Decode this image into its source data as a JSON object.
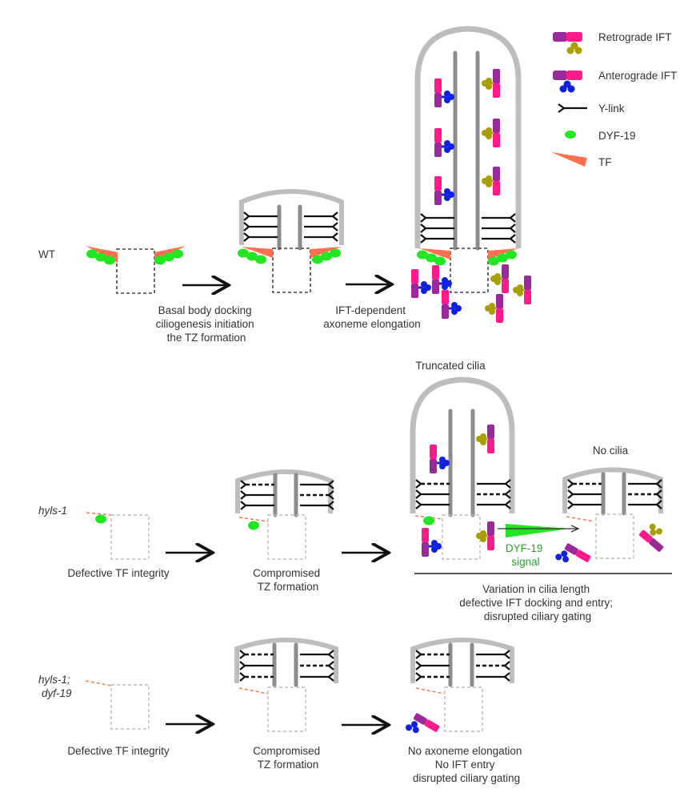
{
  "colors": {
    "membrane": "#bdbdbd",
    "microtubule": "#8c8c8c",
    "ylink": "#111111",
    "dyf19": "#22e622",
    "tf": "#ff7050",
    "tf_defective": "#f08050",
    "retro_head": "#a8a000",
    "antero_head": "#1020e0",
    "ift_purple": "#9a2a9a",
    "ift_pink": "#ff1a8c",
    "basal_body_wt": "#444444",
    "basal_body_mut": "#bbbbbb",
    "arrow": "#111111",
    "signal_text": "#2ca02c"
  },
  "legend": {
    "items": [
      {
        "key": "retrograde",
        "label": "Retrograde IFT"
      },
      {
        "key": "anterograde",
        "label": "Anterograde IFT"
      },
      {
        "key": "ylink",
        "label": "Y-link"
      },
      {
        "key": "dyf19",
        "label": "DYF-19"
      },
      {
        "key": "tf",
        "label": "TF"
      }
    ]
  },
  "rows": {
    "wt": {
      "genotype": "WT",
      "caption1": [
        "Basal body docking",
        "ciliogenesis initiation",
        "the TZ formation"
      ],
      "caption2": [
        "IFT-dependent",
        "axoneme elongation"
      ]
    },
    "hyls1": {
      "genotype": "hyls-1",
      "caption1": "Defective TF integrity",
      "caption2": [
        "Compromised",
        "TZ formation"
      ],
      "truncated_title": "Truncated cilia",
      "no_cilia_title": "No cilia",
      "signal_label": [
        "DYF-19",
        "signal"
      ],
      "outcome": [
        "Variation in cilia length",
        "defective IFT docking and entry;",
        "disrupted ciliary gating"
      ]
    },
    "double": {
      "genotype": [
        "hyls-1;",
        "dyf-19"
      ],
      "caption1": "Defective TF integrity",
      "caption2": [
        "Compromised",
        "TZ formation"
      ],
      "outcome": [
        "No axoneme elongation",
        "No IFT entry",
        "disrupted ciliary gating"
      ]
    }
  }
}
